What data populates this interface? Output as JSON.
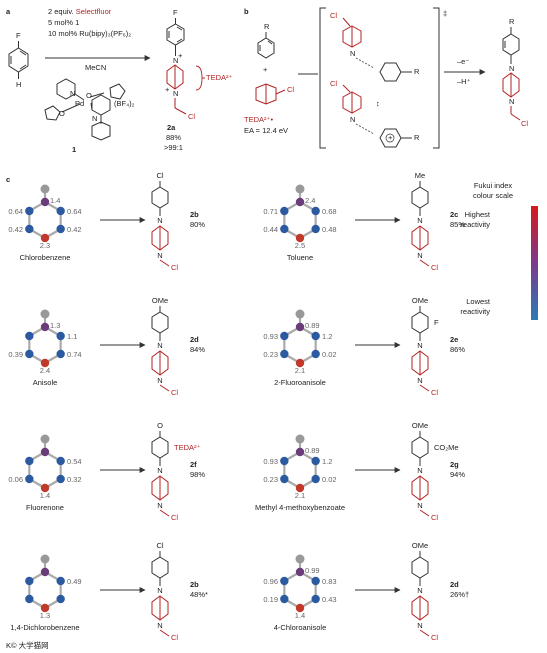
{
  "panels": {
    "a": "a",
    "b": "b",
    "c": "c"
  },
  "panel_a": {
    "reagent_line1_prefix": "2 equiv. ",
    "reagent_line1_highlight": "Selectfluor",
    "reagent_line2": "5 mol% 1",
    "reagent_line3": "10 mol% Ru(bipy)₃(PF₆)₂",
    "solvent": "MeCN",
    "start_top": "F",
    "start_bottom": "H",
    "catalyst_counterion": "(BF₄)₂",
    "catalyst_label": "1",
    "product_top": "F",
    "product_id": "2a",
    "product_yield": "88%",
    "product_selectivity": ">99:1",
    "teda_label": "TEDA²⁺",
    "pd": "Pd",
    "n": "N",
    "o": "O"
  },
  "panel_b": {
    "r": "R",
    "plus": "+",
    "teda_label": "TEDA²⁺•",
    "ea": "EA = 12.4 eV",
    "cl": "Cl",
    "dagger": "‡",
    "step1": "–e⁻",
    "step2": "–H⁺",
    "n": "N",
    "plus_sign": "+"
  },
  "legend": {
    "title_line1": "Fukui index",
    "title_line2": "colour scale",
    "high_line1": "Highest",
    "high_line2": "reactivity",
    "low_line1": "Lowest",
    "low_line2": "reactivity",
    "high_color": "#d7191c",
    "low_color": "#2c7bb6"
  },
  "examples": [
    {
      "substrate": "Chlorobenzene",
      "values": {
        "top": "1.4",
        "ul": "0.64",
        "ur": "0.64",
        "ll": "0.42",
        "lr": "0.42",
        "bottom": "2.3"
      },
      "product_id": "2b",
      "yield": "80%",
      "para": "Cl"
    },
    {
      "substrate": "Toluene",
      "values": {
        "top": "2.4",
        "ul": "0.71",
        "ur": "0.68",
        "ll": "0.44",
        "lr": "0.48",
        "bottom": "2.5"
      },
      "product_id": "2c",
      "yield": "85%",
      "para": "Me"
    },
    {
      "substrate": "Anisole",
      "values": {
        "top": "1.3",
        "ul": "",
        "ur": "1.1",
        "ll": "0.39",
        "lr": "0.74",
        "bottom": "2.4"
      },
      "product_id": "2d",
      "yield": "84%",
      "para": "OMe"
    },
    {
      "substrate": "2-Fluoroanisole",
      "values": {
        "top": "0.89",
        "ul": "0.93",
        "ur": "1.2",
        "ll": "0.23",
        "lr": "0.02",
        "bottom": "2.1"
      },
      "product_id": "2e",
      "yield": "86%",
      "para": "OMe",
      "extra": "F"
    },
    {
      "substrate": "Fluorenone",
      "values": {
        "top": "",
        "ul": "",
        "ur": "0.54",
        "ll": "0.06",
        "lr": "0.32",
        "bottom": "1.4"
      },
      "product_id": "2f",
      "yield": "98%",
      "para": "O",
      "extra": "TEDA²⁺"
    },
    {
      "substrate": "Methyl 4-methoxybenzoate",
      "values": {
        "top": "0.89",
        "ul": "0.93",
        "ur": "1.2",
        "ll": "0.23",
        "lr": "0.02",
        "bottom": "2.1"
      },
      "product_id": "2g",
      "yield": "94%",
      "para": "OMe",
      "extra": "CO₂Me"
    },
    {
      "substrate": "1,4-Dichlorobenzene",
      "values": {
        "top": "",
        "ul": "",
        "ur": "0.49",
        "ll": "",
        "lr": "",
        "bottom": "1.3"
      },
      "product_id": "2b",
      "yield": "48%*",
      "para": "Cl"
    },
    {
      "substrate": "4-Chloroanisole",
      "values": {
        "top": "0.99",
        "ul": "0.96",
        "ur": "0.83",
        "ll": "0.19",
        "lr": "0.43",
        "bottom": "1.4"
      },
      "product_id": "2d",
      "yield": "26%†",
      "para": "OMe"
    }
  ],
  "common": {
    "n": "N",
    "cl": "Cl",
    "plus": "+",
    "o": "O",
    "f": "F"
  },
  "watermark": "K© 大学猫网"
}
